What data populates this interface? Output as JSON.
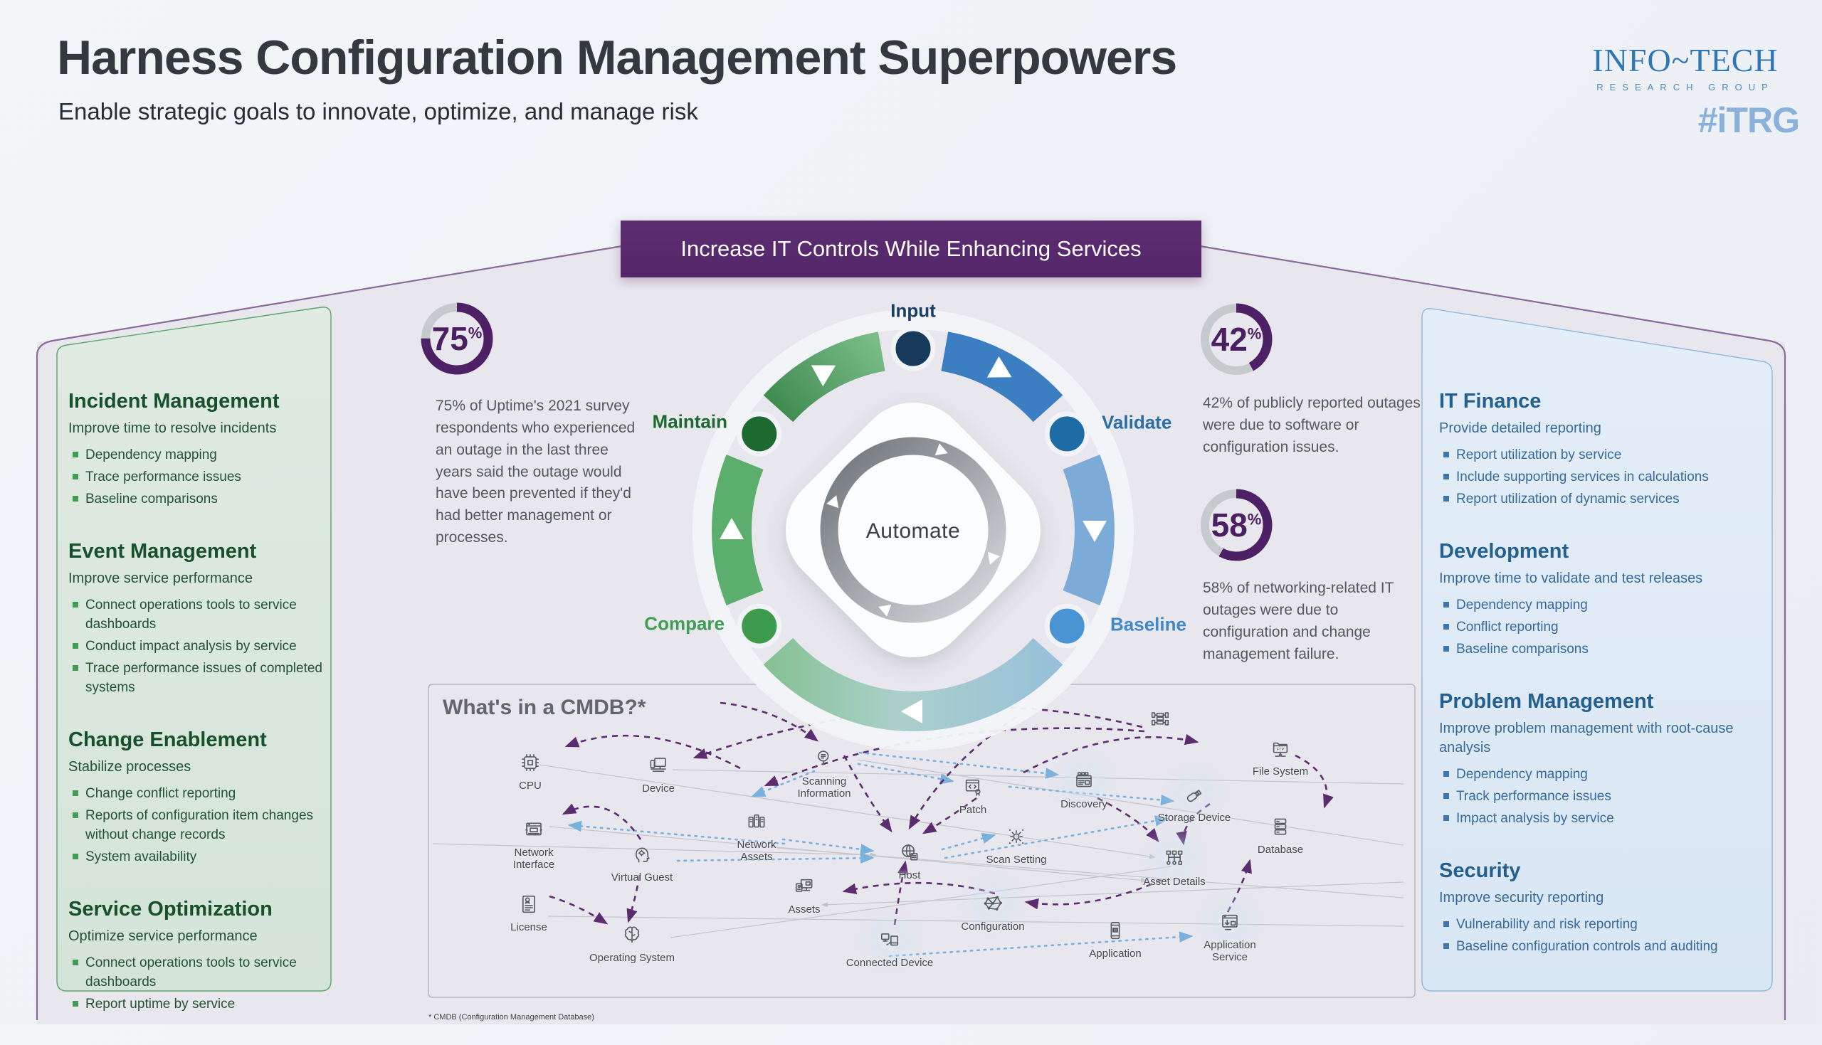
{
  "header": {
    "title": "Harness Configuration Management Superpowers",
    "subtitle": "Enable strategic goals to innovate, optimize, and manage risk"
  },
  "logo": {
    "wordmark": "INFO~TECH",
    "tagline": "RESEARCH GROUP",
    "hashtag": "#iTRG"
  },
  "banner": {
    "label": "Increase IT Controls While Enhancing Services"
  },
  "cycle": {
    "center_label": "Automate",
    "steps": [
      {
        "label": "Input",
        "color": "#1b3e66"
      },
      {
        "label": "Validate",
        "color": "#2a6ea6"
      },
      {
        "label": "Baseline",
        "color": "#3f88c9"
      },
      {
        "label": "Compare",
        "color": "#3f9e53"
      },
      {
        "label": "Maintain",
        "color": "#1d6a30"
      }
    ]
  },
  "stats": [
    {
      "value": "75",
      "suffix": "%",
      "pct": 75,
      "text": "75% of Uptime's 2021 survey respondents who experienced an outage in the last three years said the outage would have been prevented if they'd had better management or processes."
    },
    {
      "value": "42",
      "suffix": "%",
      "pct": 42,
      "text": "42% of publicly reported outages were due to software or configuration issues."
    },
    {
      "value": "58",
      "suffix": "%",
      "pct": 58,
      "text": "58% of networking-related IT outages were due to configuration and change management failure."
    }
  ],
  "left_panel": {
    "sections": [
      {
        "title": "Incident Management",
        "subtitle": "Improve time to resolve incidents",
        "bullets": [
          "Dependency mapping",
          "Trace performance issues",
          "Baseline comparisons"
        ]
      },
      {
        "title": "Event Management",
        "subtitle": "Improve service performance",
        "bullets": [
          "Connect operations tools to service dashboards",
          "Conduct impact analysis by service",
          "Trace performance issues of completed systems"
        ]
      },
      {
        "title": "Change Enablement",
        "subtitle": "Stabilize processes",
        "bullets": [
          "Change conflict reporting",
          "Reports of configuration item changes without change records",
          "System availability"
        ]
      },
      {
        "title": "Service Optimization",
        "subtitle": "Optimize service performance",
        "bullets": [
          "Connect operations tools to service dashboards",
          "Report uptime by service"
        ]
      }
    ]
  },
  "right_panel": {
    "sections": [
      {
        "title": "IT Finance",
        "subtitle": "Provide detailed reporting",
        "bullets": [
          "Report utilization by service",
          "Include supporting services in calculations",
          "Report utilization of dynamic services"
        ]
      },
      {
        "title": "Development",
        "subtitle": "Improve time to validate and test releases",
        "bullets": [
          "Dependency mapping",
          "Conflict reporting",
          "Baseline comparisons"
        ]
      },
      {
        "title": "Problem Management",
        "subtitle": "Improve problem management with root-cause analysis",
        "bullets": [
          "Dependency mapping",
          "Track performance issues",
          "Impact analysis by service"
        ]
      },
      {
        "title": "Security",
        "subtitle": "Improve security reporting",
        "bullets": [
          "Vulnerability and risk reporting",
          "Baseline configuration controls and auditing"
        ]
      }
    ]
  },
  "cmdb": {
    "title": "What's in a CMDB?*",
    "footnote": "* CMDB (Configuration Management Database)",
    "nodes": [
      {
        "id": "cpu",
        "label": "CPU"
      },
      {
        "id": "device",
        "label": "Device"
      },
      {
        "id": "scanning-information",
        "label": "Scanning\nInformation"
      },
      {
        "id": "patch",
        "label": "Patch"
      },
      {
        "id": "discovery",
        "label": "Discovery"
      },
      {
        "id": "scan-setting",
        "label": "Scan Setting"
      },
      {
        "id": "host",
        "label": "Host"
      },
      {
        "id": "network-assets",
        "label": "Network\nAssets"
      },
      {
        "id": "assets",
        "label": "Assets"
      },
      {
        "id": "configuration",
        "label": "Configuration"
      },
      {
        "id": "connected-device",
        "label": "Connected Device"
      },
      {
        "id": "application",
        "label": "Application"
      },
      {
        "id": "application-service",
        "label": "Application\nService"
      },
      {
        "id": "asset-details",
        "label": "Asset Details"
      },
      {
        "id": "storage-device",
        "label": "Storage Device"
      },
      {
        "id": "database",
        "label": "Database"
      },
      {
        "id": "file-system",
        "label": "File System"
      },
      {
        "id": "cluster",
        "label": ""
      },
      {
        "id": "license",
        "label": "License"
      },
      {
        "id": "operating-system",
        "label": "Operating System"
      },
      {
        "id": "virtual-guest",
        "label": "Virtual Guest"
      },
      {
        "id": "network-interface",
        "label": "Network\nInterface"
      }
    ]
  },
  "colors": {
    "banner_purple": "#57296a",
    "stat_purple": "#4a2063",
    "green_panel": "#dbe8dd",
    "blue_panel": "#dfe9f4",
    "ring_blue": "#3b7ec1",
    "ring_green": "#2d7c3f",
    "arrow_purple": "#5c2d6e",
    "arrow_blue": "#79b1dd"
  }
}
